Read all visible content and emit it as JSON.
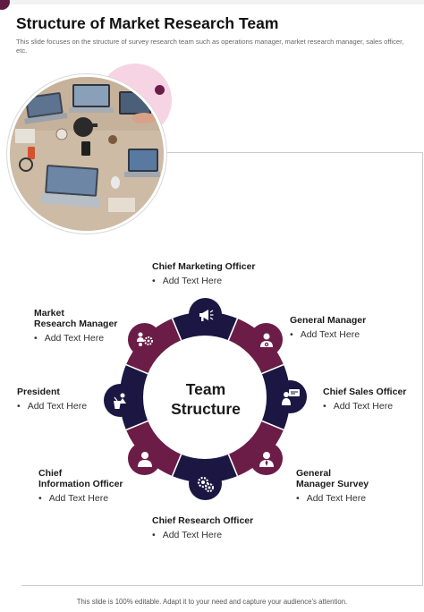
{
  "header": {
    "title": "Structure of Market Research Team",
    "subtitle": "This slide focuses on the structure of survey research team such as operations manager, market research manager, sales officer, etc."
  },
  "center": {
    "line1": "Team",
    "line2": "Structure"
  },
  "roles": {
    "marketing": {
      "title": "Chief Marketing Officer",
      "bullet": "Add Text Here",
      "icon": "megaphone-icon"
    },
    "general_manager": {
      "title": "General Manager",
      "bullet": "Add Text Here",
      "icon": "user-gear-icon"
    },
    "sales": {
      "title": "Chief Sales Officer",
      "bullet": "Add Text Here",
      "icon": "user-presentation-icon"
    },
    "gm_survey_line1": "General",
    "gm_survey_line2": "Manager Survey",
    "gm_survey": {
      "bullet": "Add Text Here",
      "icon": "user-tie-icon"
    },
    "research": {
      "title": "Chief Research Officer",
      "bullet": "Add Text Here",
      "icon": "gears-icon"
    },
    "cio_line1": "Chief",
    "cio_line2": "Information Officer",
    "cio": {
      "bullet": "Add Text Here",
      "icon": "user-icon"
    },
    "president": {
      "title": "President",
      "bullet": "Add Text Here",
      "icon": "podium-speaker-icon"
    },
    "mrm_line1": "Market",
    "mrm_line2": "Research Manager",
    "mrm": {
      "bullet": "Add Text Here",
      "icon": "users-gear-icon"
    }
  },
  "colors": {
    "dark": "#1b1742",
    "purple": "#6b1d47",
    "pink": "#f7d4e4"
  },
  "footer": {
    "text": "This slide is 100% editable. Adapt it to your need and capture your audience’s attention."
  }
}
